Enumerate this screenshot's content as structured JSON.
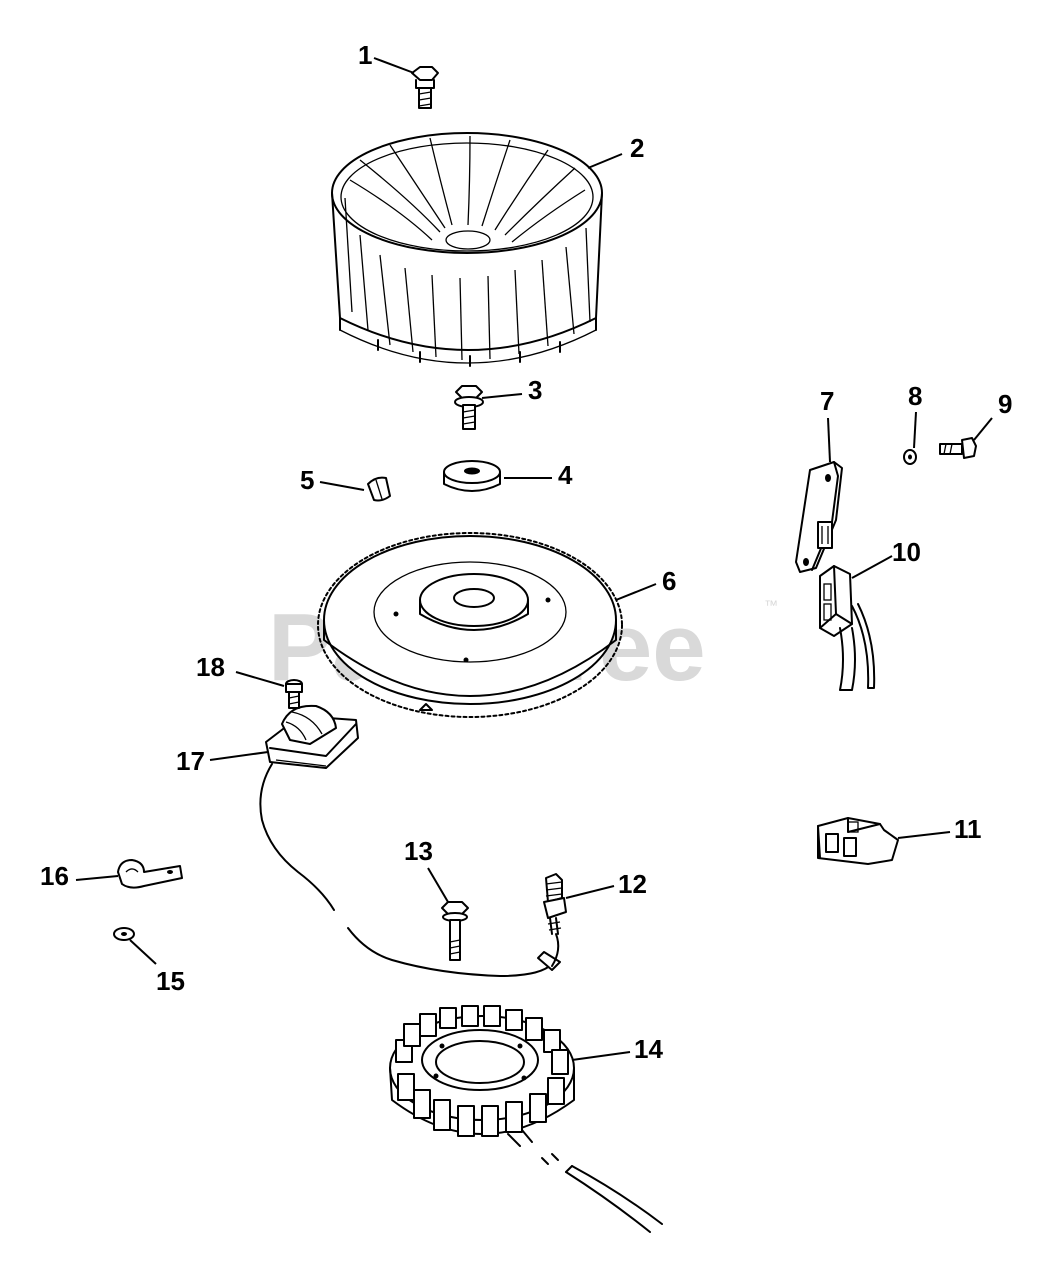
{
  "watermark": {
    "text": "PartsTree",
    "trademark": "™"
  },
  "callouts": {
    "c1": "1",
    "c2": "2",
    "c3": "3",
    "c4": "4",
    "c5": "5",
    "c6": "6",
    "c7": "7",
    "c8": "8",
    "c9": "9",
    "c10": "10",
    "c11": "11",
    "c12": "12",
    "c13": "13",
    "c14": "14",
    "c15": "15",
    "c16": "16",
    "c17": "17",
    "c18": "18"
  }
}
